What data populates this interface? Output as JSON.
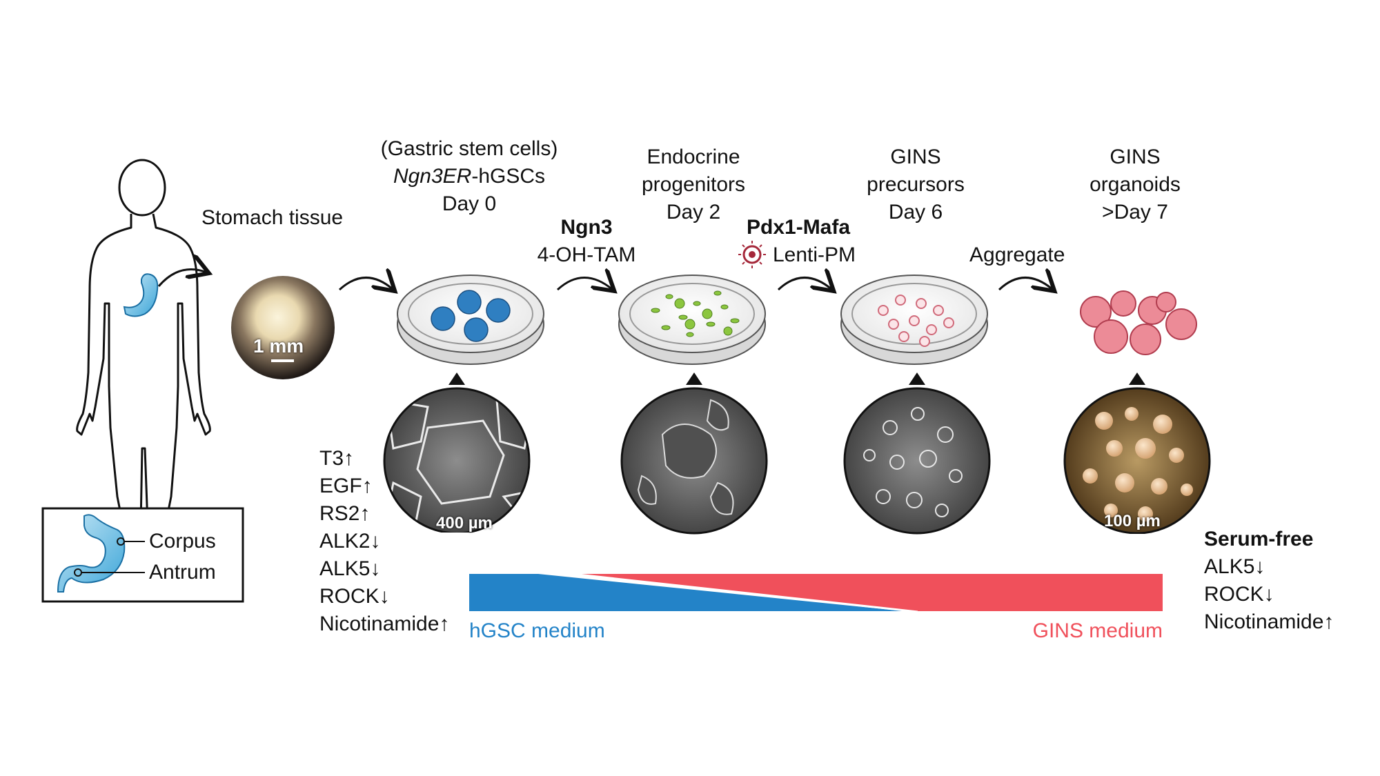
{
  "header": {
    "stomach_tissue": "Stomach tissue",
    "stage0": {
      "line1": "(Gastric stem cells)",
      "line2_italic": "Ngn3ER",
      "line2_rest": "-hGSCs",
      "line3": "Day 0"
    },
    "stage1": {
      "line1": "Endocrine",
      "line2": "progenitors",
      "line3": "Day 2"
    },
    "stage2": {
      "line1": "GINS",
      "line2": "precursors",
      "line3": "Day 6"
    },
    "stage3": {
      "line1": "GINS",
      "line2": "organoids",
      "line3": ">Day 7"
    }
  },
  "steps": {
    "ngn3": "Ngn3",
    "tam": "4-OH-TAM",
    "pdx1": "Pdx1-Mafa",
    "lenti": "Lenti-PM",
    "aggregate": "Aggregate"
  },
  "scale_bars": {
    "tissue": "1 mm",
    "micro_day0": "400 µm",
    "micro_day7": "100 µm"
  },
  "stomach_legend": {
    "corpus": "Corpus",
    "antrum": "Antrum"
  },
  "left_factors": [
    "T3↑",
    "EGF↑",
    "RS2↑",
    "ALK2↓",
    "ALK5↓",
    "ROCK↓",
    "Nicotinamide↑"
  ],
  "right_factors": {
    "title": "Serum-free",
    "items": [
      "ALK5↓",
      "ROCK↓",
      "Nicotinamide↑"
    ]
  },
  "medium": {
    "left": "hGSC medium",
    "right": "GINS medium"
  },
  "colors": {
    "hgsc_blue": "#2383c8",
    "gins_red": "#f0505b",
    "cell_blue": "#2f7fc1",
    "cell_green": "#8cc63f",
    "cell_pink": "#e88a98"
  }
}
